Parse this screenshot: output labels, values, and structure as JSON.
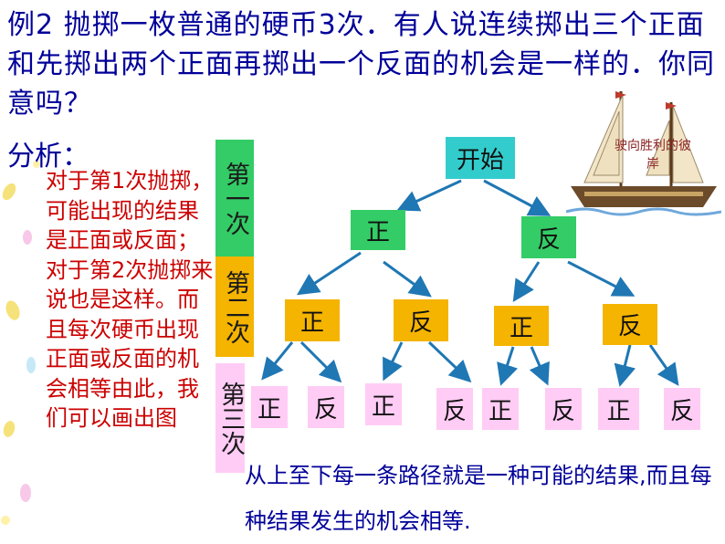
{
  "title": "例2   抛掷一枚普通的硬币3次．有人说连续掷出三个正面和先掷出两个正面再掷出一个反面的机会是一样的．你同意吗？",
  "analysis": {
    "label": "分析：",
    "text": "对于第1次抛掷，可能出现的结果是正面或反面；对于第2次抛掷来说也是这样。而且每次硬币出现正面或反面的机会相等由此，我们可以画出图"
  },
  "levels": [
    "第一次",
    "第二次",
    "第三次"
  ],
  "tree": {
    "root": "开始",
    "level1": [
      "正",
      "反"
    ],
    "level2": [
      "正",
      "反",
      "正",
      "反"
    ],
    "level3": [
      "正",
      "反",
      "正",
      "反",
      "正",
      "反",
      "正",
      "反"
    ]
  },
  "conclusion": "从上至下每一条路径就是一种可能的结果,而且每种结果发生的机会相等.",
  "ship_caption": "驶向胜利的彼岸",
  "colors": {
    "title_text": "#000099",
    "analysis_text": "#cc0000",
    "root_box": "#33cccc",
    "level1_box": "#33cc66",
    "level2_box": "#f4b400",
    "level3_box": "#ffccf5",
    "arrow": "#1f77b4"
  }
}
